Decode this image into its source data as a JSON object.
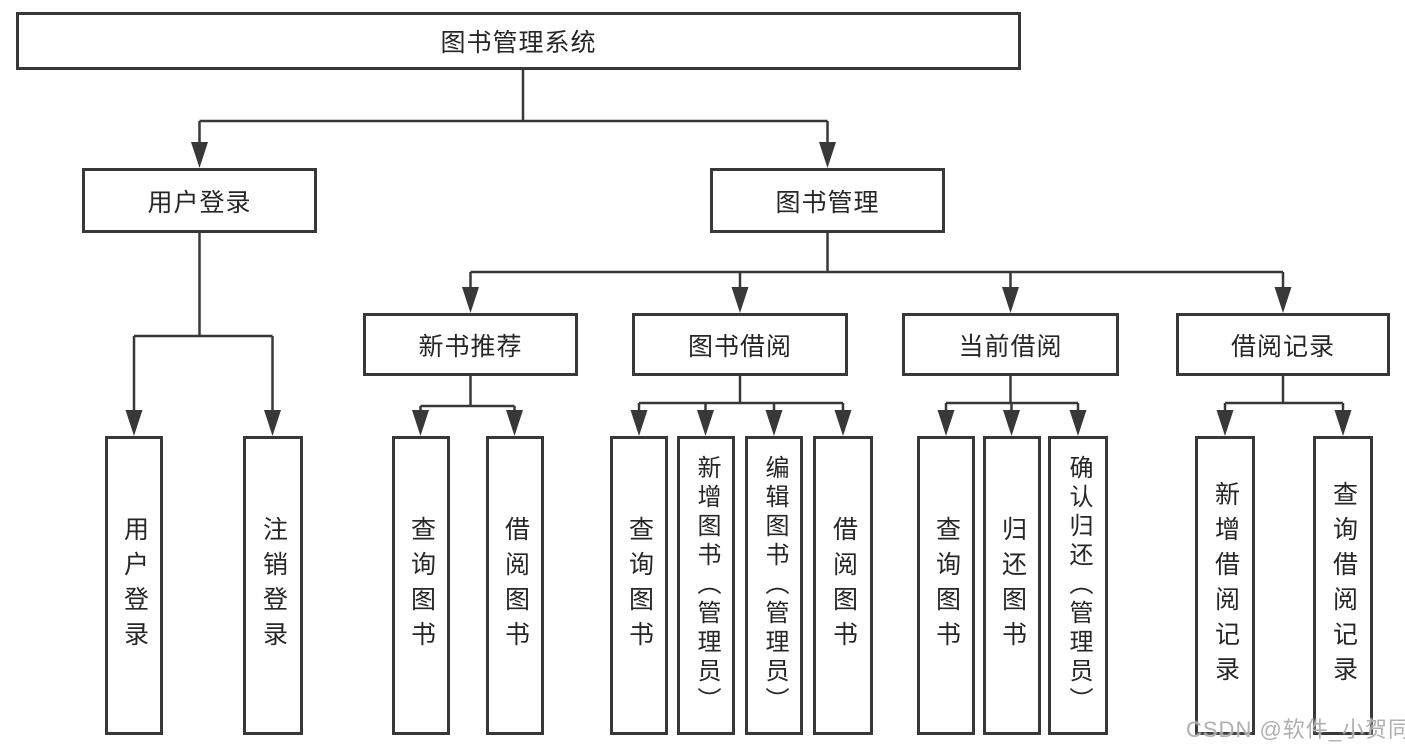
{
  "tree": {
    "root": {
      "label": "图书管理系统"
    },
    "branches": [
      {
        "label": "用户登录",
        "children": [
          {
            "label": "用户登录"
          },
          {
            "label": "注销登录"
          }
        ]
      },
      {
        "label": "图书管理",
        "children": [
          {
            "label": "新书推荐",
            "children": [
              {
                "label": "查询图书"
              },
              {
                "label": "借阅图书"
              }
            ]
          },
          {
            "label": "图书借阅",
            "children": [
              {
                "label": "查询图书"
              },
              {
                "label": "新增图书（管理员）"
              },
              {
                "label": "编辑图书（管理员）"
              },
              {
                "label": "借阅图书"
              }
            ]
          },
          {
            "label": "当前借阅",
            "children": [
              {
                "label": "查询图书"
              },
              {
                "label": "归还图书"
              },
              {
                "label": "确认归还（管理员）"
              }
            ]
          },
          {
            "label": "借阅记录",
            "children": [
              {
                "label": "新增借阅记录"
              },
              {
                "label": "查询借阅记录"
              }
            ]
          }
        ]
      }
    ]
  },
  "watermark": {
    "text": "CSDN @软件_小贺同学"
  },
  "colors": {
    "line": "#383838",
    "box_border": "#383838",
    "text": "#262626",
    "background": "#ffffff",
    "watermark": "#acacac"
  }
}
